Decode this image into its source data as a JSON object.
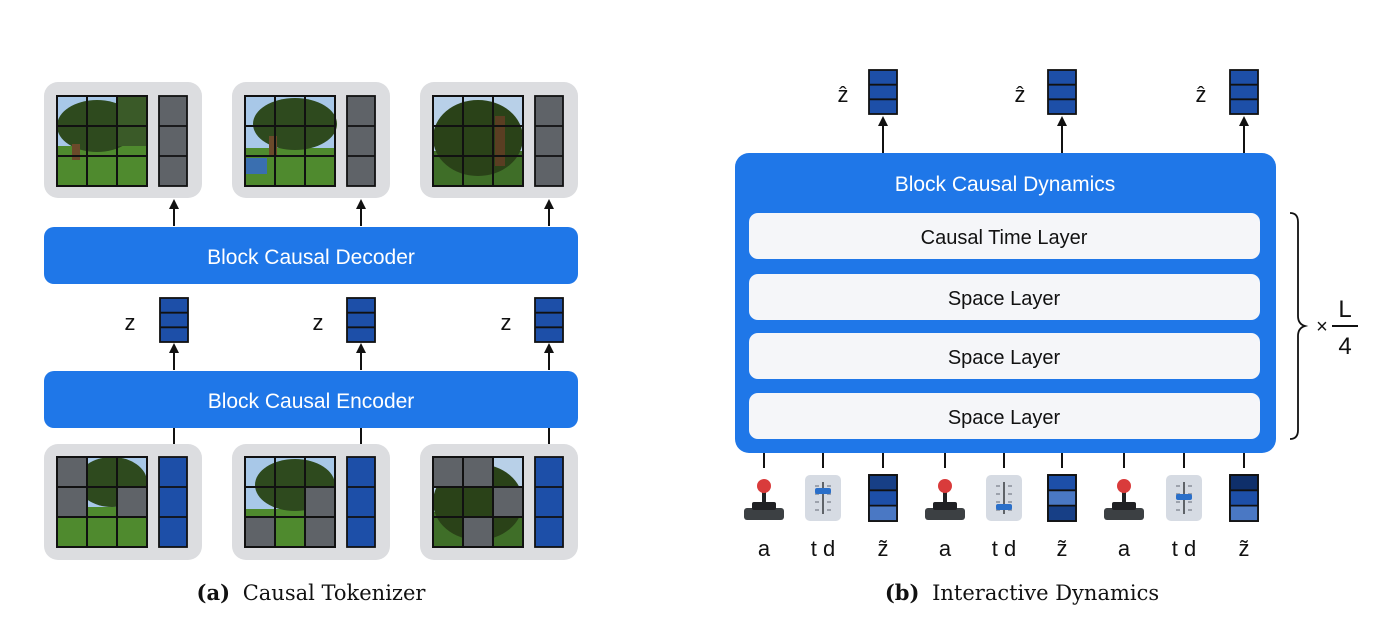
{
  "tokenizer": {
    "decoder_label": "Block Causal Decoder",
    "encoder_label": "Block Causal Encoder",
    "latent_label": "z",
    "caption_prefix": "(a)",
    "caption_text": "Causal Tokenizer"
  },
  "dynamics": {
    "block_title": "Block Causal Dynamics",
    "layers": [
      "Causal Time Layer",
      "Space Layer",
      "Space Layer",
      "Space Layer"
    ],
    "output_label": "ẑ",
    "repeat_times": "×",
    "repeat_num": "L",
    "repeat_den": "4",
    "input_labels": [
      "a",
      "t d",
      "z̃"
    ],
    "caption_prefix": "(b)",
    "caption_text": "Interactive Dynamics"
  },
  "colors": {
    "block_blue": "#1f77e8",
    "token_blue": "#1d4fa8",
    "token_light": "#4a78c4",
    "token_gray": "#5f6368",
    "panel_gray": "#dcdde0",
    "layer_fill": "#f5f6f9",
    "grass": "#4f8a2e",
    "sky": "#a8c8e8",
    "tree": "#2e4a1e"
  },
  "icons": [
    "joystick-icon",
    "slider-icon"
  ]
}
